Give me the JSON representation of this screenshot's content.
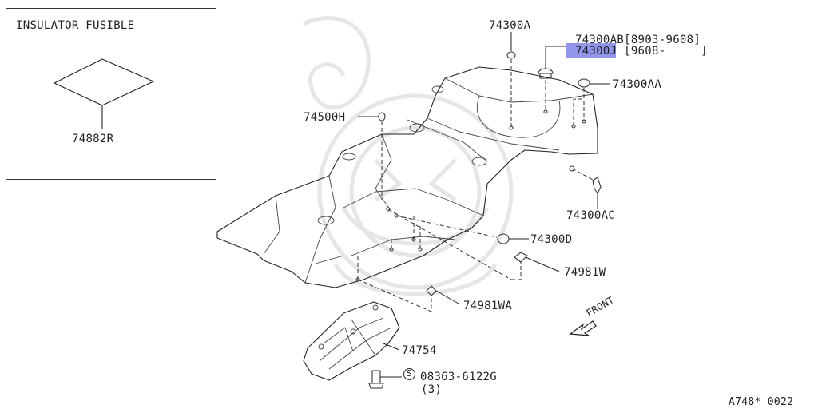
{
  "inset": {
    "title": "INSULATOR FUSIBLE",
    "part": "74882R"
  },
  "callouts": {
    "c_74300A": "74300A",
    "c_74300AB": "74300AB[8903-9608]",
    "c_74300J": "74300J [9608-     ]",
    "c_74300AA": "74300AA",
    "c_74500H": "74500H",
    "c_74300AC": "74300AC",
    "c_74300D": "74300D",
    "c_74981W": "74981W",
    "c_74981WA": "74981WA",
    "c_74754": "74754",
    "c_screw": "08363-6122G",
    "c_qty": "(3)",
    "screw_symbol": "S"
  },
  "front_label": "FRONT",
  "diagram_ref": "A748* 0022",
  "highlight_color": "#7f84e6",
  "icons": [
    "front-arrow-icon",
    "screw-s-symbol-icon"
  ]
}
